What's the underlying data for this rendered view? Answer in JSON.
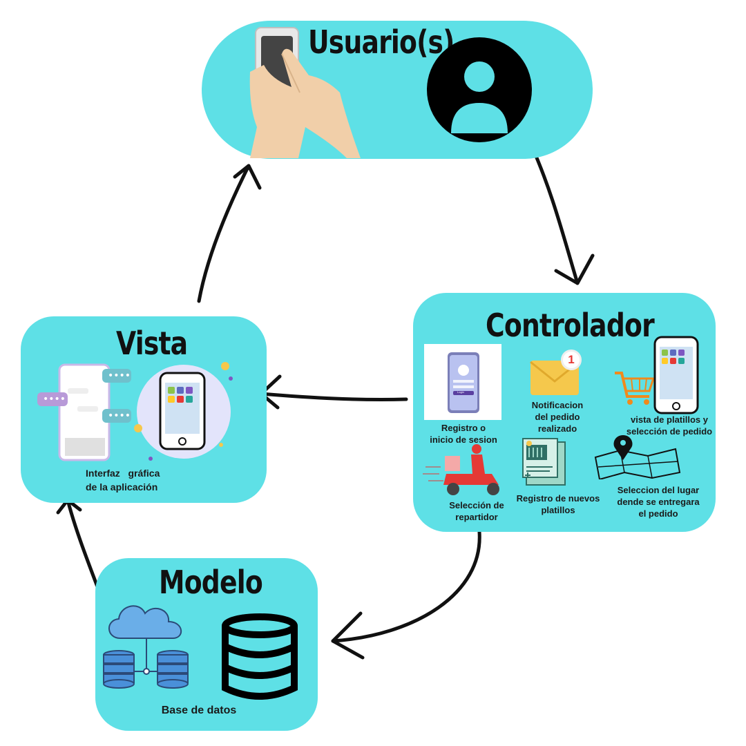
{
  "nodes": {
    "usuarios": {
      "title": "Usuario(s)"
    },
    "controlador": {
      "title": "Controlador",
      "items": [
        {
          "lines": [
            "Registro o",
            "inicio de sesion"
          ]
        },
        {
          "lines": [
            "Notificacion",
            "del pedido",
            "realizado"
          ]
        },
        {
          "lines": [
            "vista de platillos y",
            "selección de pedido"
          ]
        },
        {
          "lines": [
            "Selección de",
            "repartidor"
          ]
        },
        {
          "lines": [
            "Registro de nuevos",
            "platillos"
          ]
        },
        {
          "lines": [
            "Seleccion del lugar",
            "dende se entregara",
            "el pedido"
          ]
        }
      ],
      "login_screen": {
        "button": "Login"
      },
      "notification_badge": "1"
    },
    "vista": {
      "title": "Vista",
      "caption": [
        "Interfaz   gráfica",
        "de la aplicación"
      ]
    },
    "modelo": {
      "title": "Modelo",
      "caption": "Base de datos"
    }
  },
  "edges": [
    {
      "from": "usuarios",
      "to": "controlador"
    },
    {
      "from": "controlador",
      "to": "vista"
    },
    {
      "from": "controlador",
      "to": "modelo"
    },
    {
      "from": "modelo",
      "to": "vista"
    },
    {
      "from": "vista",
      "to": "usuarios"
    }
  ],
  "colors": {
    "node_fill": "#5ee0e6",
    "arrow": "#111111",
    "envelope": "#f5c84c",
    "badge": "#e53935",
    "scooter": "#e53935",
    "cart": "#f08a1c",
    "cloud": "#6aaee8",
    "server": "#4a90d9"
  }
}
